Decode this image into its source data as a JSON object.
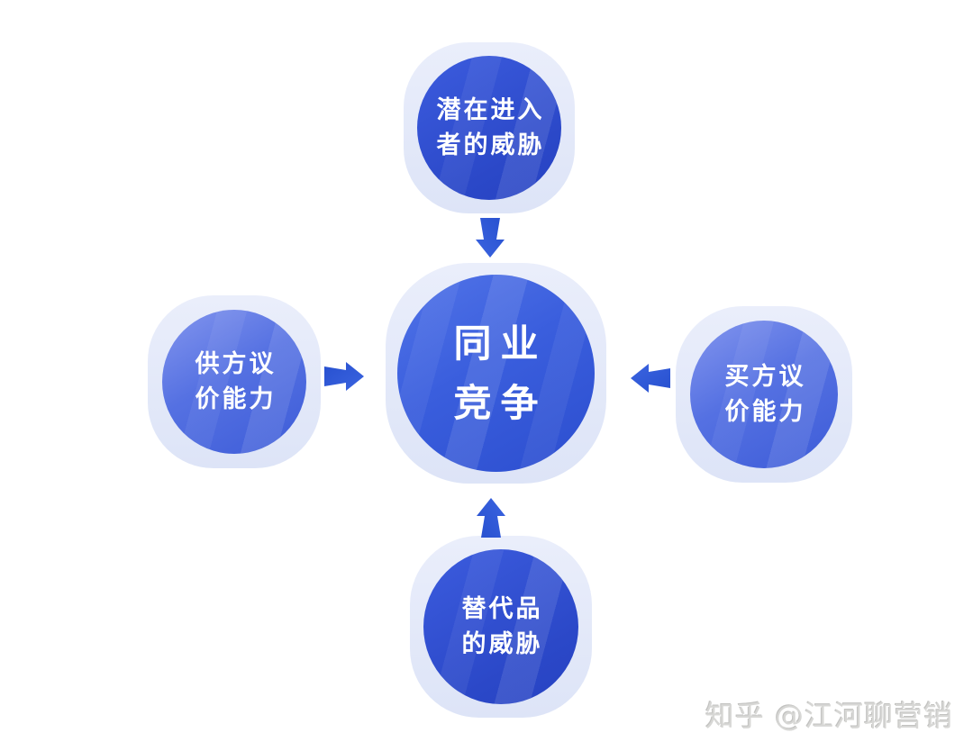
{
  "diagram": {
    "nodes": {
      "center": {
        "lines": [
          "同业",
          "竞争"
        ]
      },
      "top": {
        "lines": [
          "潜在进入",
          "者的威胁"
        ]
      },
      "left": {
        "lines": [
          "供方议",
          "价能力"
        ]
      },
      "right": {
        "lines": [
          "买方议",
          "价能力"
        ]
      },
      "bottom": {
        "lines": [
          "替代品",
          "的威胁"
        ]
      }
    },
    "arrows": [
      {
        "name": "arrow-down-icon",
        "direction": "down",
        "from": "top",
        "to": "center"
      },
      {
        "name": "arrow-right-icon",
        "direction": "right",
        "from": "left",
        "to": "center"
      },
      {
        "name": "arrow-left-icon",
        "direction": "left",
        "from": "right",
        "to": "center"
      },
      {
        "name": "arrow-up-icon",
        "direction": "up",
        "from": "bottom",
        "to": "center"
      }
    ],
    "colors": {
      "background": "#ffffff",
      "ring": "#e2e8f8",
      "disc_dark": "#2b48c8",
      "disc_light": "#5571e2",
      "arrow": "#2e58d6",
      "label_text": "#ffffff"
    }
  },
  "watermark": {
    "text": "知乎 @江河聊营销"
  }
}
